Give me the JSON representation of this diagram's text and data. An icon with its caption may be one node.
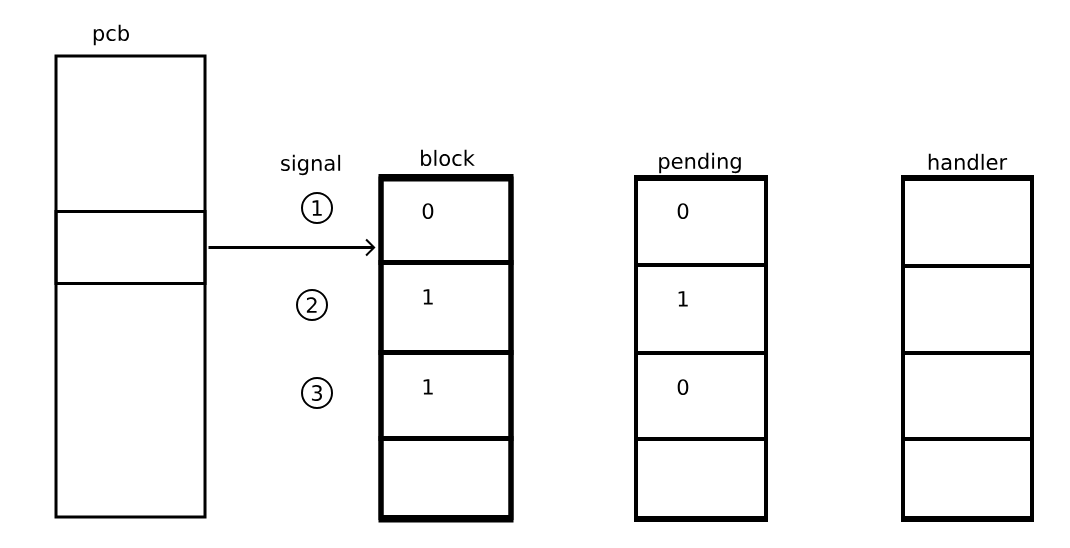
{
  "diagram": {
    "nodes": [
      {
        "text": [
          "pcb"
        ]
      },
      {
        "text": [],
        "shape": "box",
        "in": 0
      },
      {
        "text": [
          "block"
        ]
      },
      {
        "text": [
          "0"
        ],
        "in": 2
      },
      {
        "text": [
          "1"
        ],
        "in": 2
      },
      {
        "text": [
          "1"
        ],
        "in": 2
      },
      {
        "text": [],
        "shape": "box",
        "in": 2
      },
      {
        "text": [
          "pending"
        ]
      },
      {
        "text": [
          "0"
        ],
        "in": 7
      },
      {
        "text": [
          "1"
        ],
        "in": 7
      },
      {
        "text": [
          "0"
        ],
        "in": 7
      },
      {
        "text": [],
        "shape": "box",
        "in": 7
      },
      {
        "text": [
          "handler"
        ]
      },
      {
        "text": [],
        "shape": "box",
        "in": 12
      },
      {
        "text": [],
        "shape": "box",
        "in": 12
      },
      {
        "text": [],
        "shape": "box",
        "in": 12
      },
      {
        "text": [],
        "shape": "box",
        "in": 12
      }
    ],
    "edges": [
      {
        "from": 1,
        "to": 3,
        "arrow": "to",
        "label": "signal"
      }
    ],
    "labels": [
      "1",
      "2",
      "3"
    ]
  }
}
